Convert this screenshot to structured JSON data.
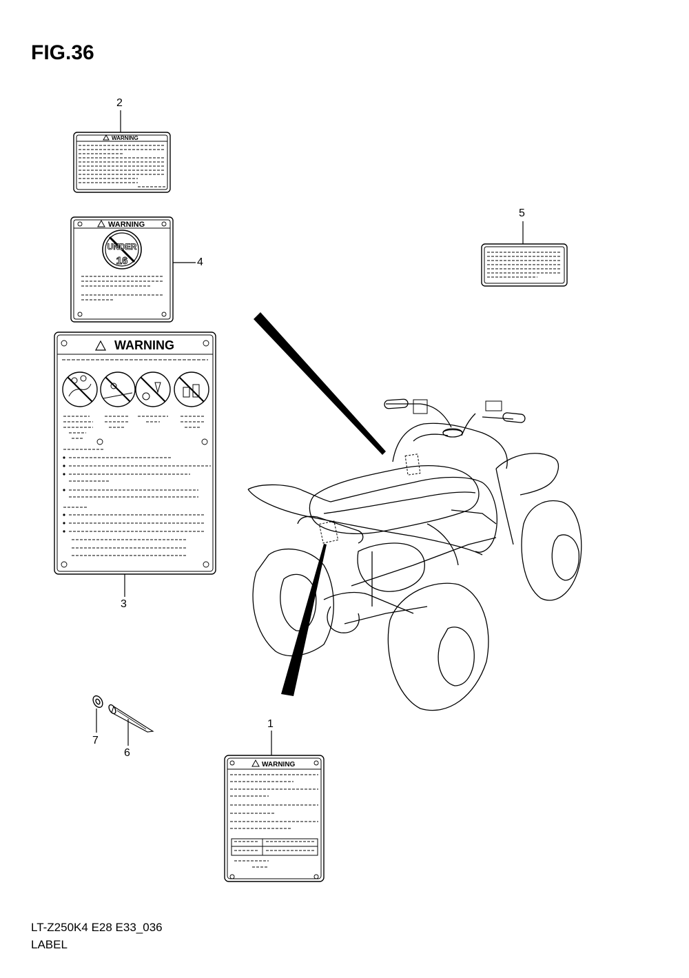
{
  "figure": {
    "title": "FIG.36",
    "code": "LT-Z250K4 E28 E33_036",
    "name": "LABEL"
  },
  "labels": {
    "warning_text": "WARNING",
    "under_text": "UNDER",
    "age_text": "16"
  },
  "callouts": {
    "c1": "1",
    "c2": "2",
    "c3": "3",
    "c4": "4",
    "c5": "5",
    "c6": "6",
    "c7": "7"
  }
}
